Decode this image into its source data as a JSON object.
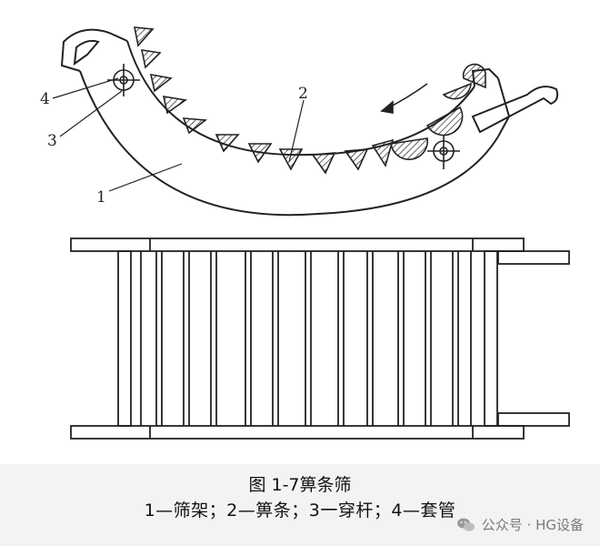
{
  "labels": {
    "frame": "1",
    "grate_bar": "2",
    "through_rod": "3",
    "sleeve": "4"
  },
  "caption": {
    "title": "图 1-7箅条筛",
    "legend": "1—筛架；2—箅条；3一穿杆；4—套管"
  },
  "watermark": {
    "text": "公众号 · HG设备"
  },
  "colors": {
    "line": "#222222",
    "hatch": "#222222",
    "footer_bg": "#f3f3f3"
  }
}
